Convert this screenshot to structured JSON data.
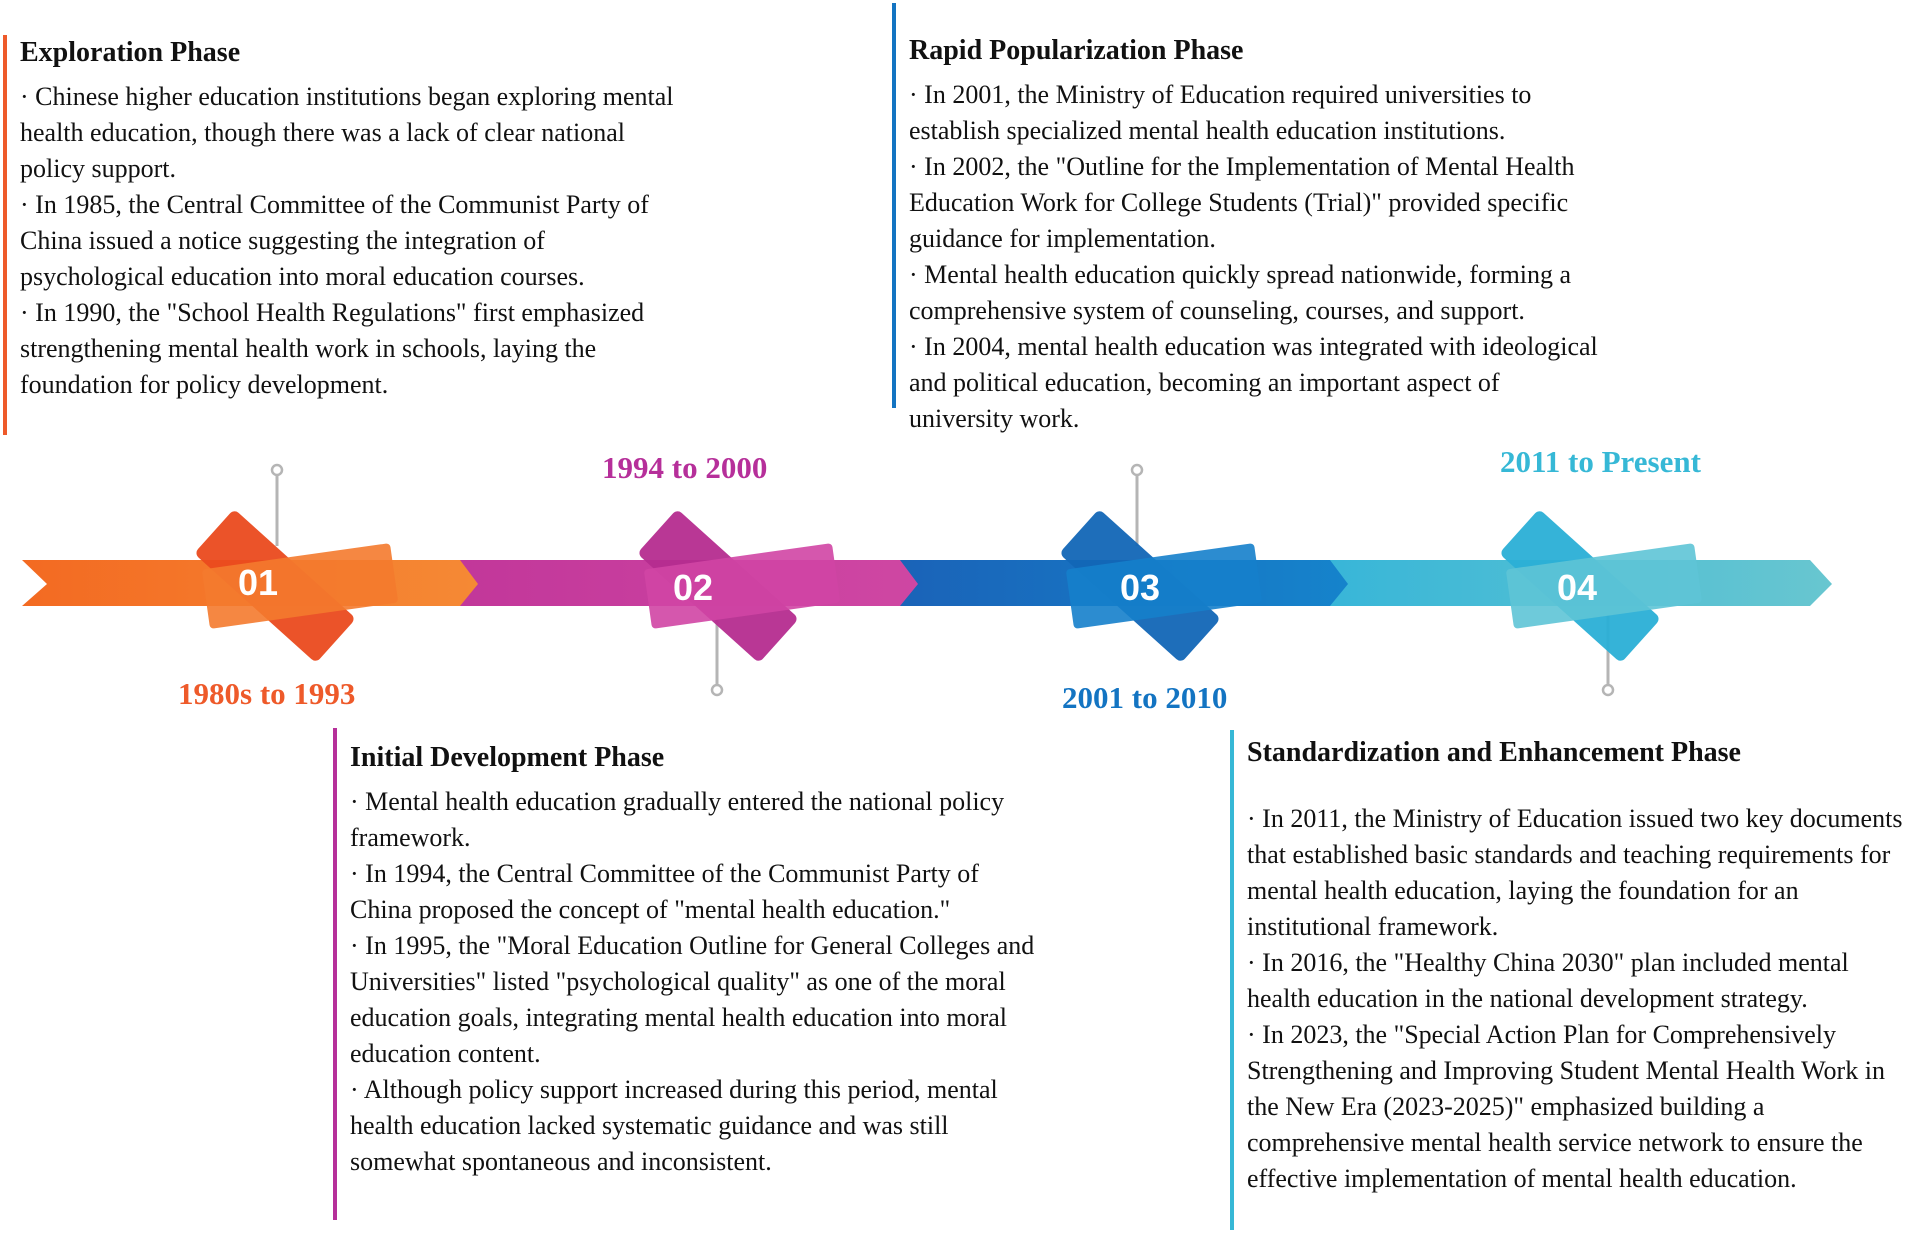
{
  "colors": {
    "phase1": "#ee5a2a",
    "phase2": "#b62f9a",
    "phase3": "#1374c2",
    "phase4": "#36b8d6",
    "connector": "#b5b5b5"
  },
  "phases": [
    {
      "number": "01",
      "period": "1980s to 1993",
      "title": "Exploration Phase",
      "points": [
        "· Chinese higher education institutions began exploring mental health education, though there was a lack of clear national policy support.",
        "· In 1985, the Central Committee of the Communist Party of China issued a notice suggesting the integration of psychological education into moral education courses.",
        "· In 1990, the \"School Health Regulations\" first emphasized strengthening mental health work in schools, laying the foundation for policy development."
      ]
    },
    {
      "number": "02",
      "period": "1994 to 2000",
      "title": "Initial Development Phase",
      "points": [
        "· Mental health education gradually entered the national policy framework.",
        "· In 1994, the Central Committee of the Communist Party of China proposed the concept of \"mental health education.\"",
        "· In 1995, the \"Moral Education Outline for General Colleges and Universities\" listed \"psychological quality\" as one of the moral education goals, integrating mental health education into moral education content.",
        "· Although policy support increased during this period, mental health education lacked systematic guidance and was still somewhat spontaneous and inconsistent."
      ]
    },
    {
      "number": "03",
      "period": "2001 to 2010",
      "title": "Rapid Popularization Phase",
      "points": [
        "· In 2001, the Ministry of Education required universities to establish specialized mental health education institutions.",
        "· In 2002, the \"Outline for the Implementation of Mental Health Education Work for College Students (Trial)\" provided specific guidance for implementation.",
        "· Mental health education quickly spread nationwide, forming a comprehensive system of counseling, courses, and support.",
        "· In 2004, mental health education was integrated with ideological and political education, becoming an important aspect of university work."
      ]
    },
    {
      "number": "04",
      "period": "2011 to Present",
      "title": "Standardization and Enhancement Phase",
      "points": [
        "· In 2011, the Ministry of Education issued two key documents that established basic standards and teaching requirements for mental health education, laying the foundation for an institutional framework.",
        "· In 2016, the \"Healthy China 2030\" plan included mental health education in the national development strategy.",
        "· In 2023, the \"Special Action Plan for Comprehensively Strengthening and Improving Student Mental Health Work in the New Era (2023-2025)\" emphasized building a comprehensive mental health service network to ensure the effective implementation of mental health education."
      ]
    }
  ]
}
